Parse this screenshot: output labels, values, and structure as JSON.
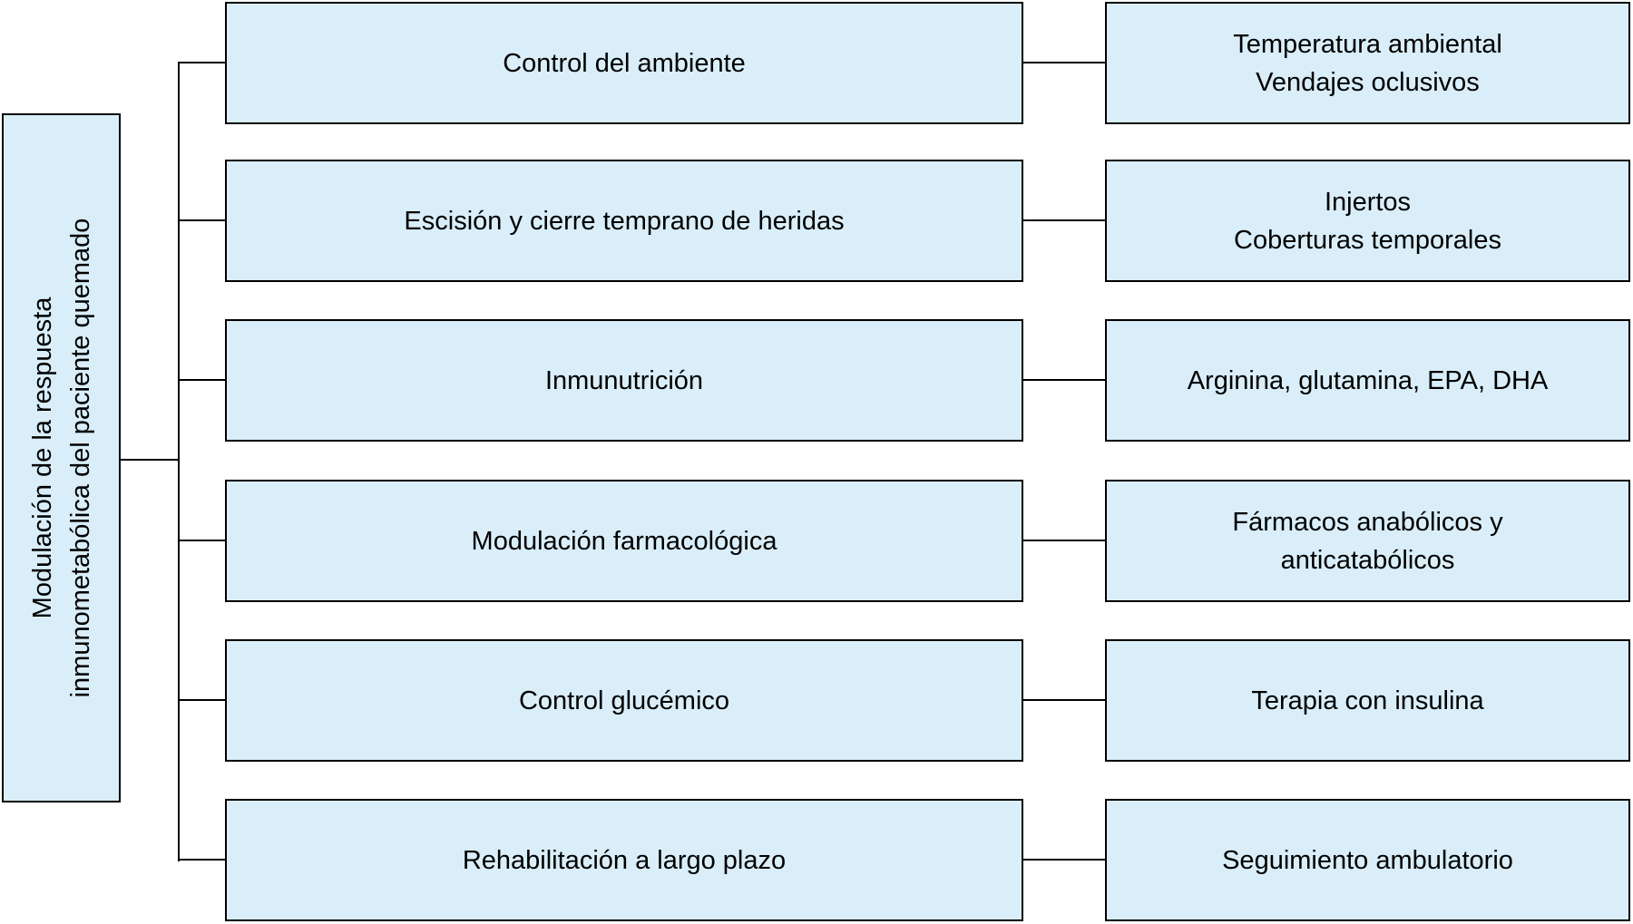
{
  "diagram": {
    "title": "Modulación de la respuesta inmunometabólica del paciente quemado",
    "root_label": "Modulación de la respuesta\ninmunometabólica del paciente quemado",
    "colors": {
      "box_fill": "#d9eef9",
      "box_border": "#000000",
      "connector": "#000000",
      "text": "#000000",
      "background": "#ffffff"
    },
    "rows": [
      {
        "strategy": "Control del ambiente",
        "detail": "Temperatura ambiental\nVendajes oclusivos"
      },
      {
        "strategy": "Escisión y cierre temprano de heridas",
        "detail": "Injertos\nCoberturas temporales"
      },
      {
        "strategy": "Inmunutrición",
        "detail": "Arginina, glutamina, EPA, DHA"
      },
      {
        "strategy": "Modulación farmacológica",
        "detail": "Fármacos anabólicos y\nanticatabólicos"
      },
      {
        "strategy": "Control glucémico",
        "detail": "Terapia con insulina"
      },
      {
        "strategy": "Rehabilitación a largo plazo",
        "detail": "Seguimiento ambulatorio"
      }
    ]
  }
}
